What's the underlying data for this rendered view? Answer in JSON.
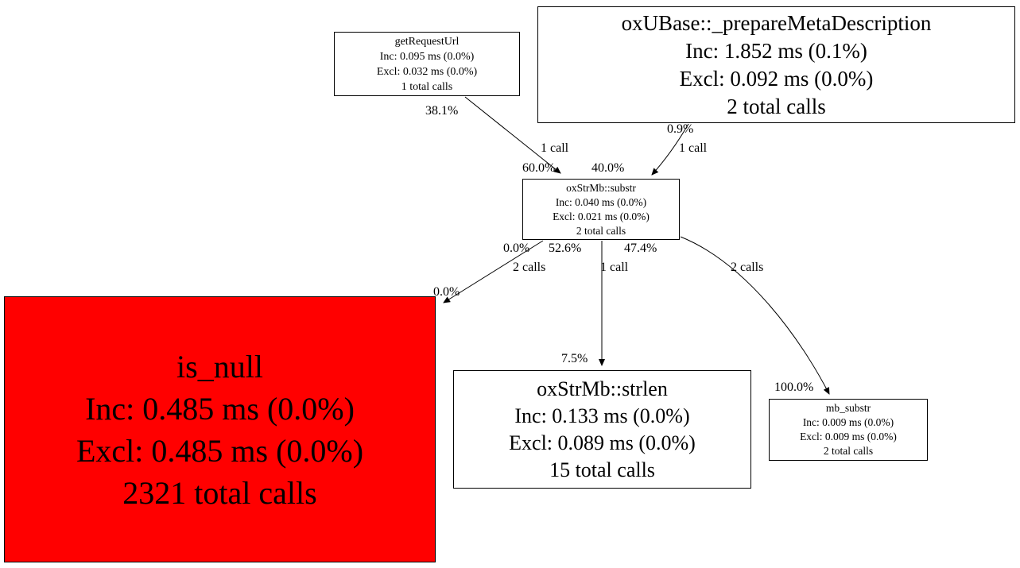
{
  "colors": {
    "hot_node_bg": "#ff0000",
    "node_bg": "#ffffff",
    "edge": "#000000"
  },
  "nodes": {
    "getRequestUrl": {
      "title": "getRequestUrl",
      "inc": "Inc: 0.095 ms (0.0%)",
      "excl": "Excl: 0.032 ms (0.0%)",
      "calls": "1 total calls"
    },
    "prepareMetaDescription": {
      "title": "oxUBase::_prepareMetaDescription",
      "inc": "Inc: 1.852 ms (0.1%)",
      "excl": "Excl: 0.092 ms (0.0%)",
      "calls": "2 total calls"
    },
    "substr": {
      "title": "oxStrMb::substr",
      "inc": "Inc: 0.040 ms (0.0%)",
      "excl": "Excl: 0.021 ms (0.0%)",
      "calls": "2 total calls"
    },
    "is_null": {
      "title": "is_null",
      "inc": "Inc: 0.485 ms (0.0%)",
      "excl": "Excl: 0.485 ms (0.0%)",
      "calls": "2321 total calls",
      "bg": "#ff0000"
    },
    "strlen": {
      "title": "oxStrMb::strlen",
      "inc": "Inc: 0.133 ms (0.0%)",
      "excl": "Excl: 0.089 ms (0.0%)",
      "calls": "15 total calls"
    },
    "mb_substr": {
      "title": "mb_substr",
      "inc": "Inc: 0.009 ms (0.0%)",
      "excl": "Excl: 0.009 ms (0.0%)",
      "calls": "2 total calls"
    }
  },
  "edge_labels": {
    "e1_src": "38.1%",
    "e1_mid": "1 call",
    "e1_dst": "60.0%",
    "e2_src": "0.9%",
    "e2_mid": "1 call",
    "e2_dst": "40.0%",
    "e3_src": "0.0%",
    "e3_mid": "2 calls",
    "e3_dst": "0.0%",
    "e4_src": "52.6%",
    "e4_mid": "1 call",
    "e4_dst": "7.5%",
    "e5_src": "47.4%",
    "e5_mid": "2 calls",
    "e5_dst": "100.0%"
  }
}
